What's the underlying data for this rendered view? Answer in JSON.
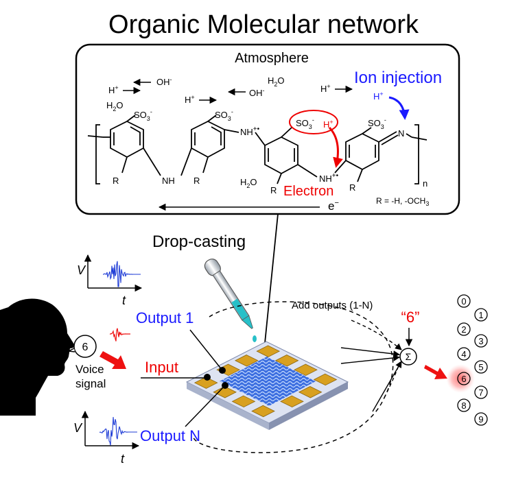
{
  "title": "Organic Molecular network",
  "box": {
    "atmosphere": "Atmosphere",
    "ion_injection": "Ion injection",
    "electron": "Electron",
    "electron_symbol": "e",
    "electron_superscript": "−",
    "r_group": "R = -H, -OCH",
    "r_group_sub": "3",
    "repeat_n": "n",
    "species": {
      "h_plus": "H",
      "plus": "+",
      "oh": "OH",
      "h2o_h": "H",
      "h2o_2": "2",
      "h2o_o": "O",
      "so3": "SO",
      "sub3": "3",
      "minus": "-",
      "r": "R",
      "nh": "NH",
      "nh_radical": "+•",
      "n": "N"
    }
  },
  "drop_casting": "Drop-casting",
  "add_outputs": "Add outputs (1-N)",
  "sum_symbol": "Σ",
  "predicted": "“6”",
  "input_label": "Input",
  "output1_label": "Output 1",
  "outputN_label": "Output N",
  "voice_line1": "Voice",
  "voice_line2": "signal",
  "spoken_digit": "6",
  "axis_v": "V",
  "axis_t": "t",
  "digits": [
    "0",
    "1",
    "2",
    "3",
    "4",
    "5",
    "6",
    "7",
    "8",
    "9"
  ],
  "selected_digit": "6",
  "colors": {
    "blue": "#1a1aff",
    "red": "#ff0000",
    "wave_blue": "#1d3bd6",
    "gold": "#d8a020",
    "chip_blue": "#2f62d8"
  }
}
